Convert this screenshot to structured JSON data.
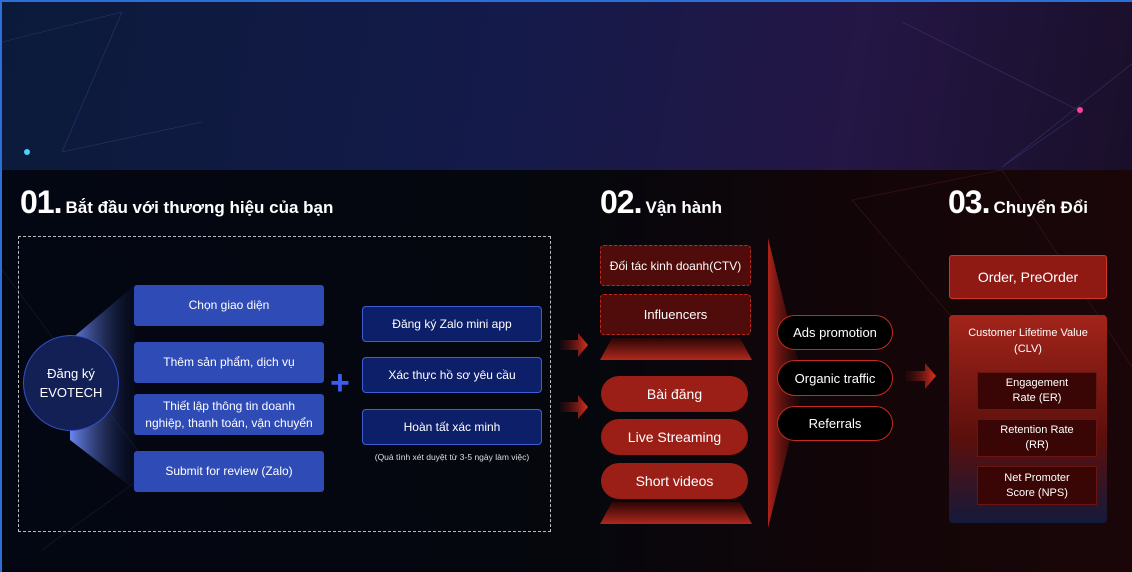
{
  "colors": {
    "accent_blue": "#2f4bb5",
    "accent_red": "#9b1f16"
  },
  "section1": {
    "num": "01.",
    "title": "Bắt đầu với thương hiệu của bạn",
    "circle_line1": "Đăng ký",
    "circle_line2": "EVOTECH",
    "steps": [
      "Chọn giao diện",
      "Thêm sản phẩm, dịch vụ",
      "Thiết lập thông tin doanh nghiệp, thanh toán, vận chuyển",
      "Submit for review (Zalo)"
    ],
    "plus": "+",
    "zalo_steps": [
      "Đăng ký Zalo mini app",
      "Xác thực hồ sơ yêu cầu",
      "Hoàn tất xác minh"
    ],
    "note": "(Quá tình xét duyệt từ 3-5 ngày làm việc)"
  },
  "section2": {
    "num": "02.",
    "title": "Vận hành",
    "partners": [
      "Đối tác kinh doanh(CTV)",
      "Influencers"
    ],
    "content": [
      "Bài đăng",
      "Live Streaming",
      "Short videos"
    ],
    "channels": [
      "Ads promotion",
      "Organic traffic",
      "Referrals"
    ]
  },
  "section3": {
    "num": "03.",
    "title": "Chuyển Đổi",
    "order": "Order, PreOrder",
    "clv_title": "Customer Lifetime Value (CLV)",
    "metrics": [
      "Engagement Rate (ER)",
      "Retention Rate (RR)",
      "Net Promoter Score (NPS)"
    ]
  }
}
